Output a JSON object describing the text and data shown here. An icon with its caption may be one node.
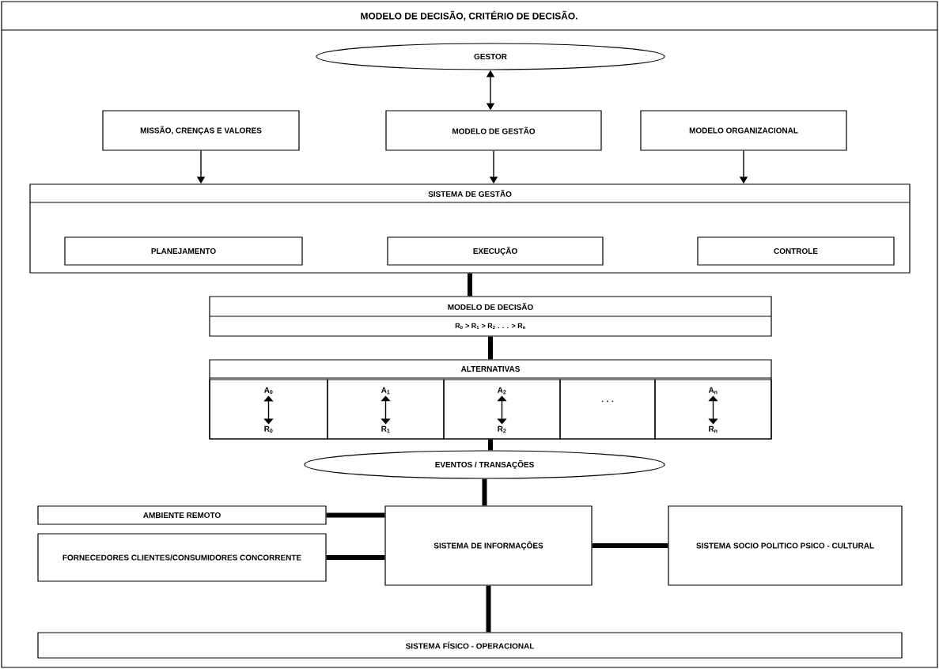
{
  "diagram": {
    "title": "MODELO DE DECISÃO, CRITÉRIO DE DECISÃO.",
    "nodes": [
      {
        "text": [
          "GESTOR"
        ]
      },
      {
        "text": [
          "MISSÃO, CRENÇAS E VALORES"
        ]
      },
      {
        "text": [
          "MODELO DE GESTÃO"
        ]
      },
      {
        "text": [
          "MODELO ORGANIZACIONAL"
        ]
      },
      {
        "text": [
          "SISTEMA DE GESTÃO"
        ]
      },
      {
        "text": [
          "PLANEJAMENTO"
        ],
        "in": 4
      },
      {
        "text": [
          "EXECUÇÃO"
        ],
        "in": 4
      },
      {
        "text": [
          "CONTROLE"
        ],
        "in": 4
      },
      {
        "text": [
          "MODELO DE DECISÃO",
          "R$_{0}$ > R$_{1}$ > R$_{2}$ . . . > R$_{n}$"
        ]
      },
      {
        "text": [
          "ALTERNATIVAS"
        ]
      },
      {
        "text": [],
        "shape": "box",
        "in": 9
      },
      {
        "text": [
          "A$_{0}$"
        ],
        "in": 10
      },
      {
        "text": [
          "R$_{0}$"
        ],
        "in": 10
      },
      {
        "text": [],
        "shape": "box",
        "in": 9
      },
      {
        "text": [
          "A$_{1}$"
        ],
        "in": 13
      },
      {
        "text": [
          "R$_{1}$"
        ],
        "in": 13
      },
      {
        "text": [],
        "shape": "box",
        "in": 9
      },
      {
        "text": [
          "A$_{2}$"
        ],
        "in": 16
      },
      {
        "text": [
          "R$_{2}$"
        ],
        "in": 16
      },
      {
        "text": [
          ". . ."
        ],
        "in": 9
      },
      {
        "text": [],
        "shape": "box",
        "in": 9
      },
      {
        "text": [
          "A$_{n}$"
        ],
        "in": 20
      },
      {
        "text": [
          "R$_{n}$"
        ],
        "in": 20
      },
      {
        "text": [
          "EVENTOS / TRANSAÇÕES"
        ]
      },
      {
        "text": [
          "AMBIENTE REMOTO"
        ]
      },
      {
        "text": [
          "FORNECEDORES CLIENTES/CONSUMIDORES CONCORRENTE"
        ]
      },
      {
        "text": [
          "SISTEMA DE INFORMAÇÕES"
        ]
      },
      {
        "text": [
          "SISTEMA SOCIO POLITICO PSICO - CULTURAL"
        ]
      },
      {
        "text": [
          "SISTEMA FÍSICO - OPERACIONAL"
        ]
      }
    ],
    "edges": [
      {
        "from": 0,
        "to": 2,
        "arrow": "both"
      },
      {
        "from": 1,
        "to": 4,
        "arrow": "to"
      },
      {
        "from": 2,
        "to": 4,
        "arrow": "to"
      },
      {
        "from": 3,
        "to": 4,
        "arrow": "to"
      },
      {
        "from": 4,
        "to": 8,
        "arrow": "none",
        "style": "thick"
      },
      {
        "from": 8,
        "to": 9,
        "arrow": "none",
        "style": "thick"
      },
      {
        "from": 9,
        "to": 23,
        "arrow": "none",
        "style": "thick"
      },
      {
        "from": 23,
        "to": 26,
        "arrow": "none",
        "style": "thick"
      },
      {
        "from": 24,
        "to": 26,
        "arrow": "none",
        "style": "thick"
      },
      {
        "from": 25,
        "to": 26,
        "arrow": "none",
        "style": "thick"
      },
      {
        "from": 26,
        "to": 27,
        "arrow": "none",
        "style": "thick"
      },
      {
        "from": 26,
        "to": 28,
        "arrow": "none",
        "style": "thick"
      },
      {
        "from": 11,
        "to": 12,
        "arrow": "both"
      },
      {
        "from": 14,
        "to": 15,
        "arrow": "both"
      },
      {
        "from": 17,
        "to": 18,
        "arrow": "both"
      },
      {
        "from": 21,
        "to": 22,
        "arrow": "both"
      }
    ]
  }
}
